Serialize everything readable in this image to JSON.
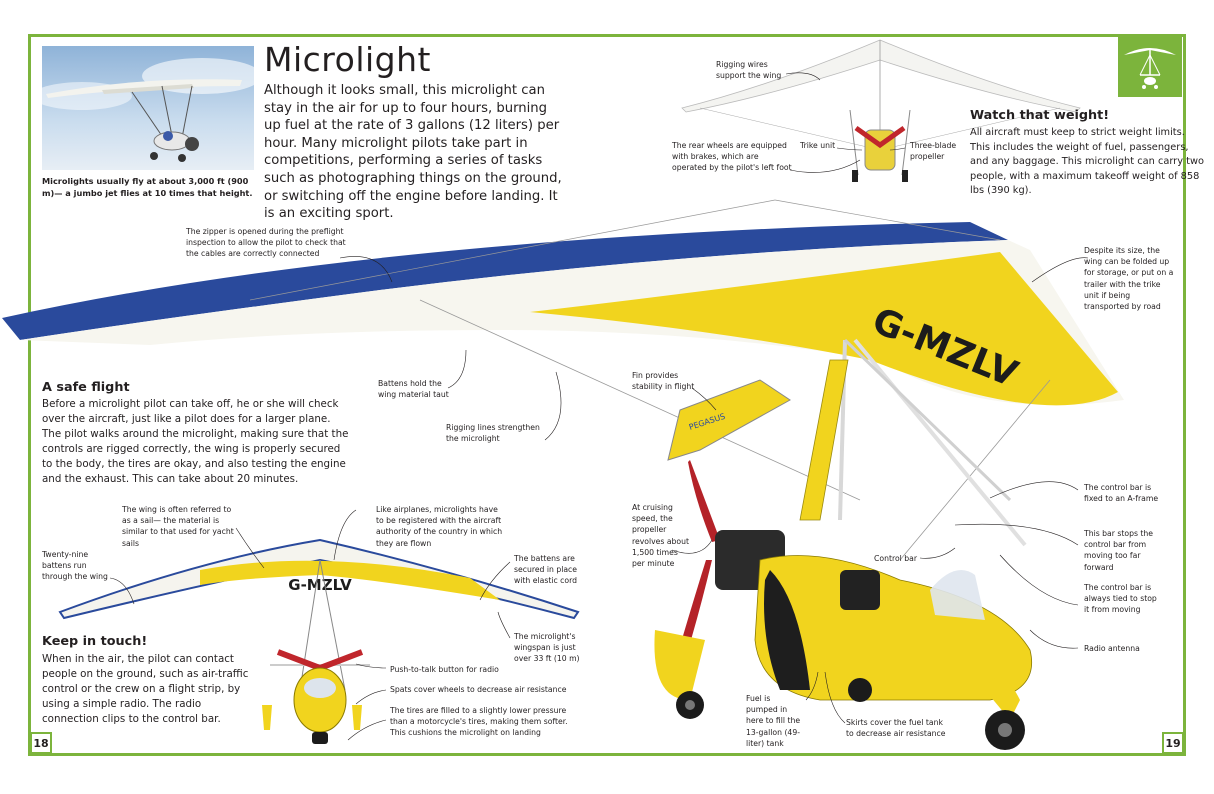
{
  "page": {
    "title": "Microlight",
    "intro": "Although it looks small, this microlight can stay in the air for up to four hours, burning up fuel at the rate of 3 gallons (12 liters) per hour. Many microlight pilots take part in competitions, performing a series of tasks such as photographing things on the ground, or switching off the engine before landing. It is an exciting sport.",
    "photo_caption": "Microlights usually fly at about 3,000 ft (900 m)— a jumbo jet flies at 10 times that height.",
    "page_left": "18",
    "page_right": "19",
    "wing_registration": "G-MZLV",
    "fin_label": "PEGASUS"
  },
  "sections": {
    "safe_flight": {
      "heading": "A safe flight",
      "text": "Before a microlight pilot can take off, he or she will check over the aircraft, just like a pilot does for a larger plane. The pilot walks around the microlight, making sure that the controls are rigged correctly, the wing is properly secured to the body, the tires are okay, and also testing the engine and the exhaust. This can take about 20 minutes."
    },
    "keep_in_touch": {
      "heading": "Keep in touch!",
      "text": "When in the air, the pilot can contact people on the ground, such as air-traffic control or the crew on a flight strip, by using a simple radio. The radio connection clips to the control bar."
    },
    "watch_weight": {
      "heading": "Watch that weight!",
      "text": "All aircraft must keep to strict weight limits. This includes the weight of fuel, passengers, and any baggage. This microlight can carry two people, with a maximum takeoff weight of 858 lbs (390 kg)."
    }
  },
  "annotations": {
    "rigging_wires": "Rigging wires support the wing",
    "rear_wheels": "The rear wheels are equipped with brakes, which are operated by the pilot's left foot",
    "trike_unit": "Trike unit",
    "three_blade": "Three-blade propeller",
    "zipper": "The zipper is opened during the preflight inspection to allow the pilot to check that the cables are correctly connected",
    "despite_size": "Despite its size, the wing can be folded up for storage, or put on a trailer with the trike unit if being transported by road",
    "battens_hold": "Battens hold the wing material taut",
    "fin_provides": "Fin provides stability in flight",
    "rigging_lines": "Rigging lines strengthen the microlight",
    "control_bar_aframe": "The control bar is fixed to an A-frame",
    "wing_sail": "The wing is often referred to as a sail— the material is similar to that used for yacht sails",
    "like_airplanes": "Like airplanes, microlights have to be registered with the aircraft authority of the country in which they are flown",
    "twenty_nine": "Twenty-nine battens run through the wing",
    "cruising": "At cruising speed, the propeller revolves about 1,500 times per minute",
    "bar_stops": "This bar stops the control bar from moving too far forward",
    "control_bar": "Control bar",
    "always_tied": "The control bar is always tied to stop it from moving",
    "battens_secured": "The battens are secured in place with elastic cord",
    "wingspan": "The microlight's wingspan is just over 33 ft (10 m)",
    "radio_antenna": "Radio antenna",
    "push_to_talk": "Push-to-talk button for radio",
    "spats": "Spats cover wheels to decrease air resistance",
    "tires": "The tires are filled to a slightly lower pressure than a motorcycle's tires, making them softer. This cushions the microlight on landing",
    "fuel": "Fuel is pumped in here to fill the 13-gallon (49-liter) tank",
    "skirts": "Skirts cover the fuel tank to decrease air resistance"
  },
  "colors": {
    "border": "#7cb43c",
    "wing_yellow": "#f1d41e",
    "wing_blue": "#2a4a9c",
    "text": "#231f20"
  },
  "icons": {
    "section_badge": "hang-glider-icon"
  }
}
